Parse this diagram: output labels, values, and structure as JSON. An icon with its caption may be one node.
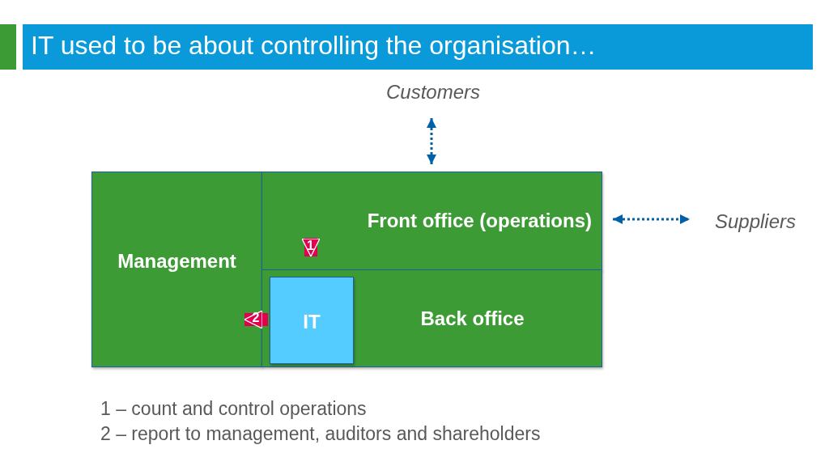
{
  "diagram": {
    "title": "IT used to be about controlling the organisation…",
    "nodes": [
      {
        "text": [
          "Customers"
        ]
      },
      {
        "text": [
          "Management"
        ]
      },
      {
        "text": [
          "Front office (operations)"
        ]
      },
      {
        "text": [
          "Back office"
        ]
      },
      {
        "text": [
          "IT"
        ],
        "in": 3
      },
      {
        "text": [
          "Suppliers"
        ]
      }
    ],
    "edges": [
      {
        "from": 0,
        "to": 2,
        "arrow": "both",
        "style": "dashed",
        "color": "#0060a8"
      },
      {
        "from": 2,
        "to": 5,
        "arrow": "both",
        "style": "dashed",
        "color": "#0060a8"
      },
      {
        "from": 2,
        "to": 4,
        "arrow": "to",
        "label": "1",
        "style": "thick",
        "color": "#e0004d"
      },
      {
        "from": 4,
        "to": 1,
        "arrow": "to",
        "label": "2",
        "style": "thick",
        "color": "#e0004d"
      }
    ],
    "labels": [
      "1 – count and control operations",
      "2 – report to management, auditors and shareholders"
    ]
  }
}
